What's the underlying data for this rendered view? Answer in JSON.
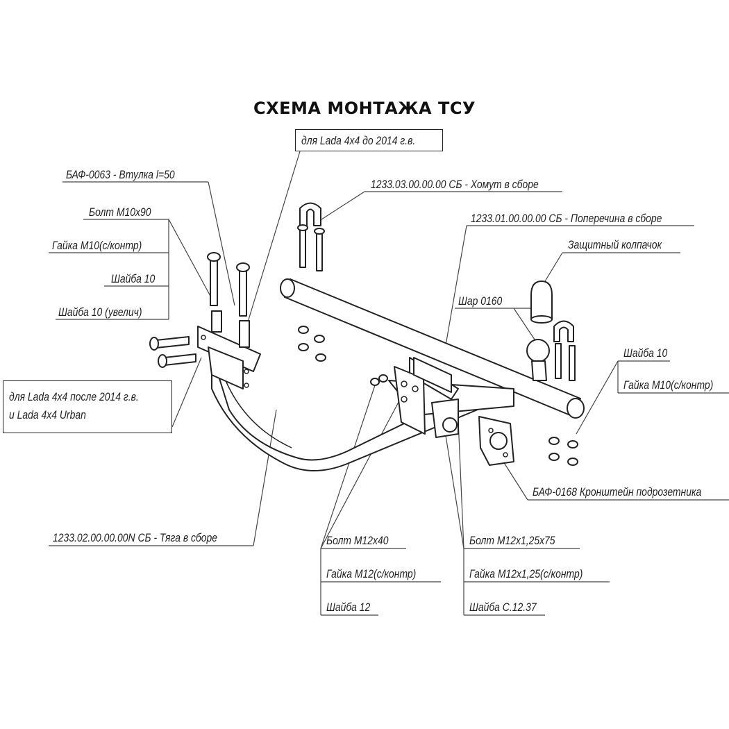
{
  "title": "СХЕМА МОНТАЖА ТСУ",
  "boxes": {
    "before_2014": "для Lada 4x4 до 2014 г.в.",
    "after_2014_line1": "для Lada 4x4 после 2014 г.в.",
    "after_2014_line2": "и Lada 4x4 Urban"
  },
  "labels": {
    "bushing": "БАФ-0063 - Втулка l=50",
    "bolt_m10x90": "Болт М10х90",
    "nut_m10_left": "Гайка М10(с/контр)",
    "washer10_left": "Шайба 10",
    "washer10_enlarged": "Шайба  10 (увелич)",
    "clamp": "1233.03.00.00.00 СБ - Хомут в сборе",
    "crossbar": "1233.01.00.00.00 СБ - Поперечина в сборе",
    "cap": "Защитный колпачок",
    "ball": "Шар 0160",
    "washer10_right": "Шайба 10",
    "nut_m10_right": "Гайка М10(с/контр)",
    "bracket": "БАФ-0168 Кронштейн подрозетника",
    "rod": "1233.02.00.00.00N СБ - Тяга в сборе",
    "bolt_m12x40": "Болт М12х40",
    "nut_m12": "Гайка М12(с/контр)",
    "washer12": "Шайба 12",
    "bolt_m12x125x75": "Болт М12х1,25х75",
    "nut_m12x125": "Гайка М12х1,25(с/контр)",
    "washer_c1237": "Шайба С.12.37"
  }
}
